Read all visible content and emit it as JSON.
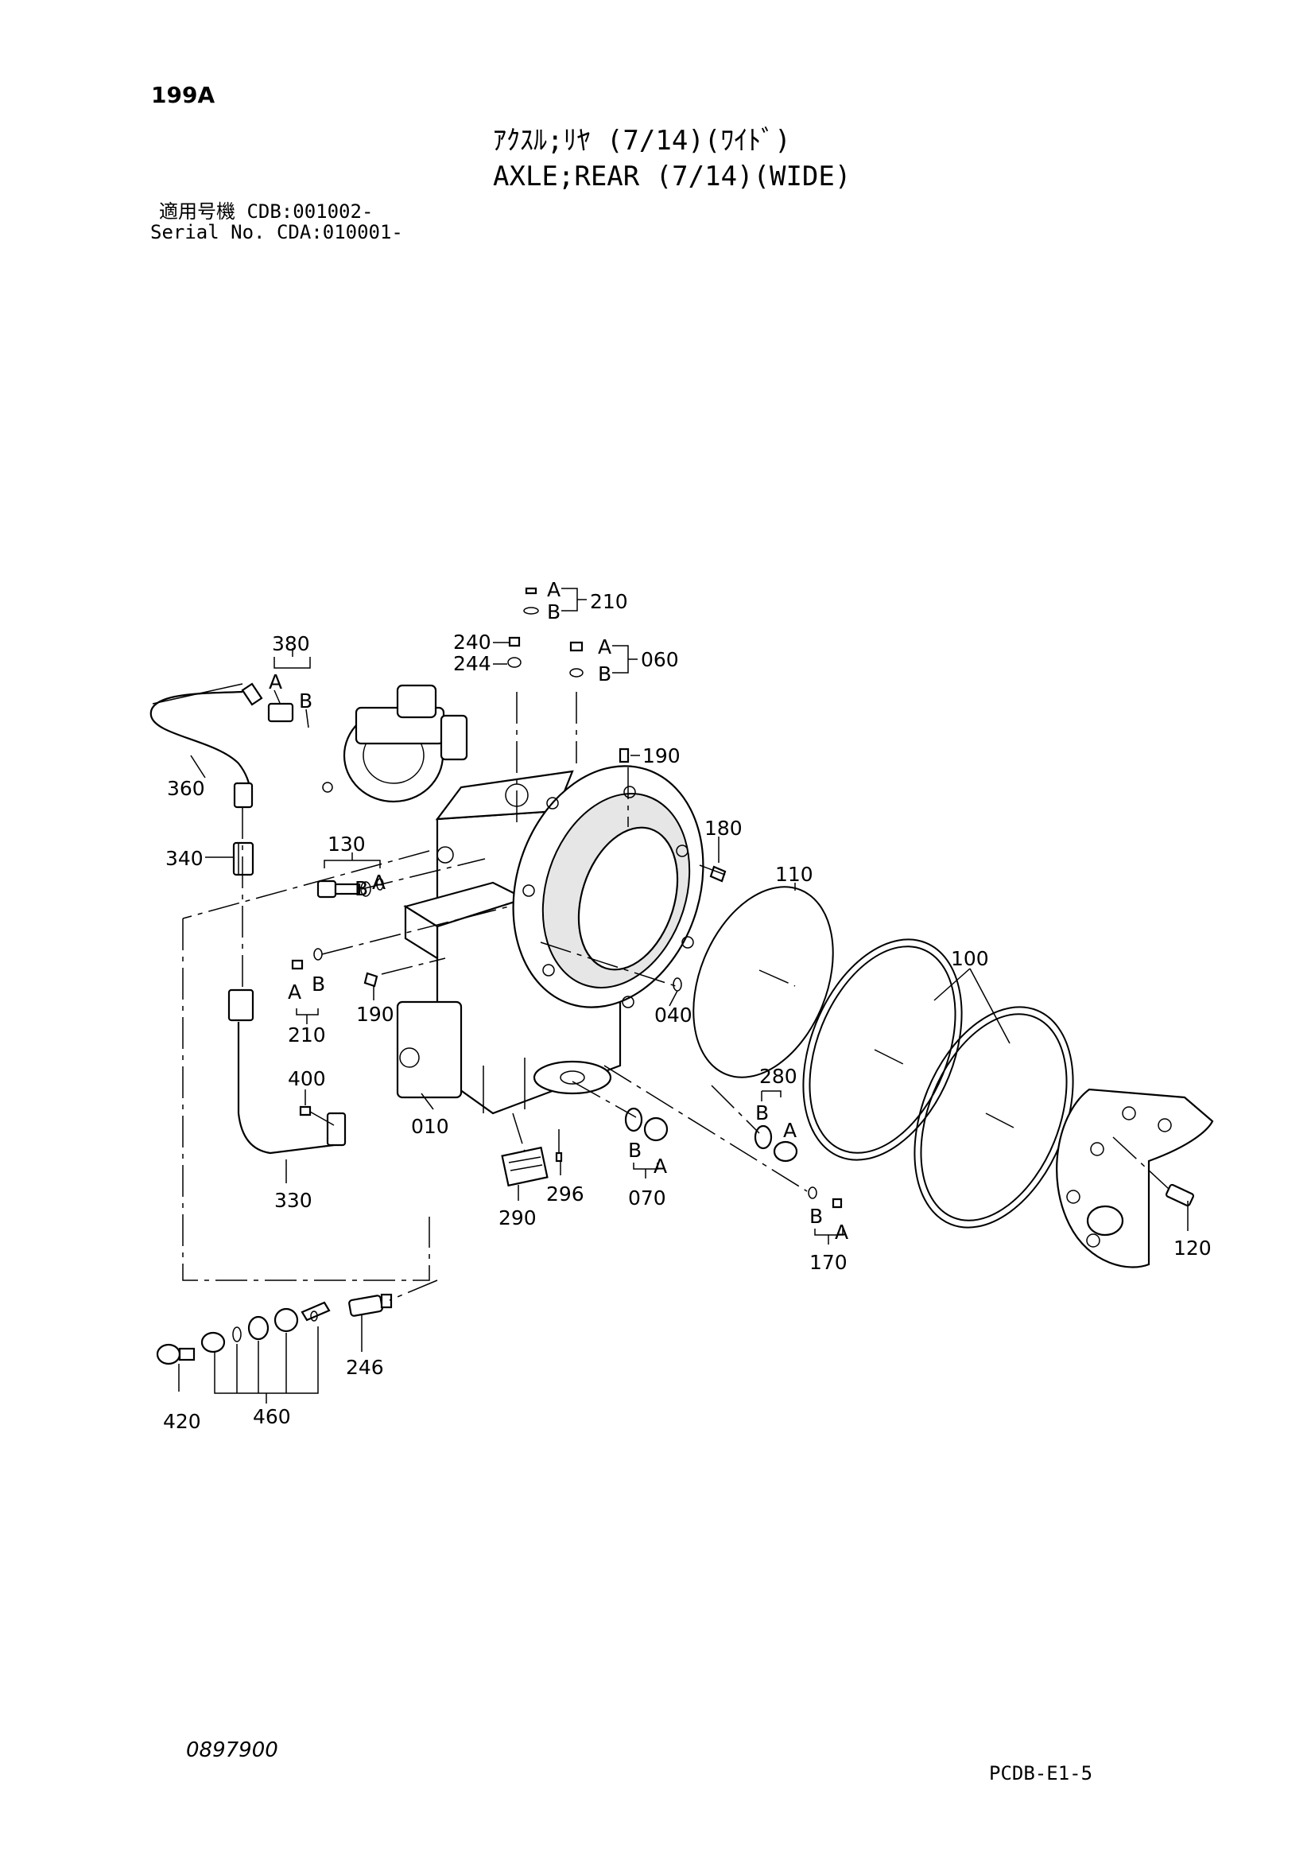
{
  "header": {
    "page_number": "199A",
    "title_jp": "ｱｸｽﾙ;ﾘﾔ (7/14)(ﾜｲﾄﾞ)",
    "title_en": "AXLE;REAR (7/14)(WIDE)",
    "serial_jp": "適用号機 CDB:001002-",
    "serial_en": "Serial No. CDA:010001-"
  },
  "footer": {
    "doc_code": "0897900",
    "sheet_ref": "PCDB-E1-5"
  },
  "callouts": {
    "p010": "010",
    "p040": "040",
    "p060": "060",
    "p070": "070",
    "p100": "100",
    "p110": "110",
    "p120": "120",
    "p130": "130",
    "p170": "170",
    "p180": "180",
    "p190a": "190",
    "p190b": "190",
    "p210a": "210",
    "p210b": "210",
    "p240": "240",
    "p244": "244",
    "p246": "246",
    "p280": "280",
    "p290": "290",
    "p296": "296",
    "p330": "330",
    "p340": "340",
    "p360": "360",
    "p380": "380",
    "p400": "400",
    "p420": "420",
    "p460": "460"
  },
  "sub_labels": {
    "a": "A",
    "b": "B"
  }
}
